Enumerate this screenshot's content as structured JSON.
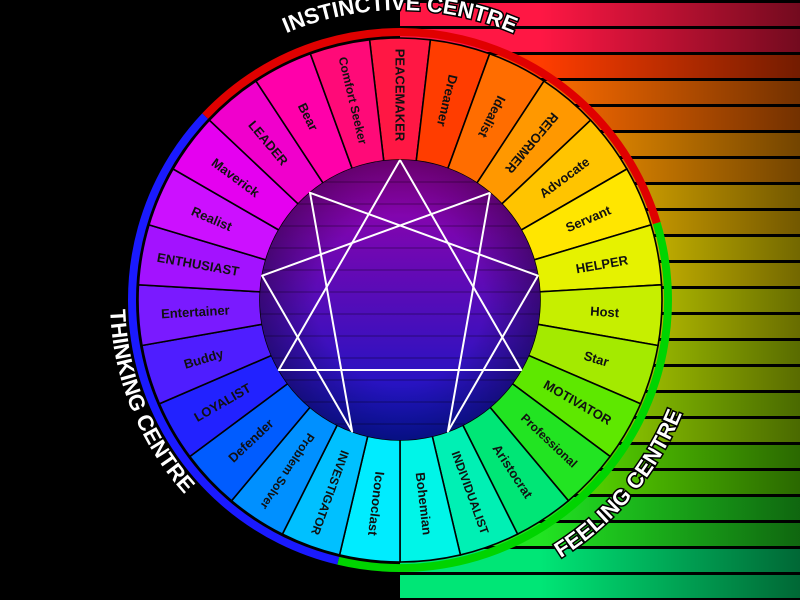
{
  "segments": [
    {
      "label": "PEACEMAKER",
      "color": "#ff1744"
    },
    {
      "label": "Dreamer",
      "color": "#ff3d00"
    },
    {
      "label": "Idealist",
      "color": "#ff6d00"
    },
    {
      "label": "REFORMER",
      "color": "#ff9800"
    },
    {
      "label": "Advocate",
      "color": "#ffc400"
    },
    {
      "label": "Servant",
      "color": "#ffe600"
    },
    {
      "label": "HELPER",
      "color": "#e6f200"
    },
    {
      "label": "Host",
      "color": "#c6ef00"
    },
    {
      "label": "Star",
      "color": "#a4ea00"
    },
    {
      "label": "MOTIVATOR",
      "color": "#5ee800"
    },
    {
      "label": "Professional",
      "color": "#22e422"
    },
    {
      "label": "Aristocrat",
      "color": "#00e676"
    },
    {
      "label": "INDIVIDUALIST",
      "color": "#00f0b4"
    },
    {
      "label": "Bohemian",
      "color": "#00f5e8"
    },
    {
      "label": "Iconoclast",
      "color": "#00ecff"
    },
    {
      "label": "INVESTIGATOR",
      "color": "#00c0ff"
    },
    {
      "label": "Problem Solver",
      "color": "#0090ff"
    },
    {
      "label": "Defender",
      "color": "#005cff"
    },
    {
      "label": "LOYALIST",
      "color": "#2222ff"
    },
    {
      "label": "Buddy",
      "color": "#4f1dff"
    },
    {
      "label": "Entertainer",
      "color": "#7a1aff"
    },
    {
      "label": "ENTHUSIAST",
      "color": "#a312ff"
    },
    {
      "label": "Realist",
      "color": "#cc10ff"
    },
    {
      "label": "Maverick",
      "color": "#e500f0"
    },
    {
      "label": "LEADER",
      "color": "#f000cc"
    },
    {
      "label": "Bear",
      "color": "#ff00aa"
    },
    {
      "label": "Comfort Seeker",
      "color": "#ff0a78"
    }
  ],
  "centres": [
    {
      "label": "INSTINCTIVE CENTRE",
      "color": "#e00000"
    },
    {
      "label": "FEELING CENTRE",
      "color": "#00d400"
    },
    {
      "label": "THINKING CENTRE",
      "color": "#1a1aff"
    }
  ],
  "colors": {
    "background": "#000000",
    "segment_divider": "#000000",
    "inner_circle_top": "#a000a8",
    "inner_circle_bottom": "#0a18c8",
    "enneagram_lines": "#ffffff"
  }
}
